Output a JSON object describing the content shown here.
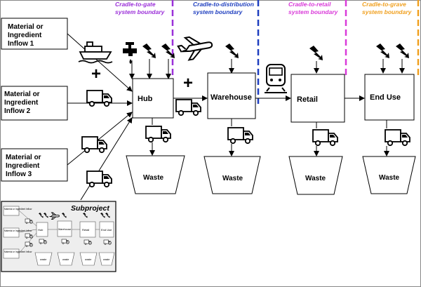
{
  "boundaries": [
    {
      "label_line1": "Cradle-to-gate",
      "label_line2": "system boundary",
      "color": "#9b30d9"
    },
    {
      "label_line1": "Cradle-to-distribution",
      "label_line2": "system boundary",
      "color": "#1f3fbf"
    },
    {
      "label_line1": "Cradle-to-retail",
      "label_line2": "system boundary",
      "color": "#d93ad9"
    },
    {
      "label_line1": "Cradle-to-grave",
      "label_line2": "system boundary",
      "color": "#f0a020"
    }
  ],
  "inflows": [
    {
      "line1": "Material or",
      "line2": "Ingredient",
      "line3": "Inflow 1"
    },
    {
      "line1": "Material or",
      "line2": "Ingredient",
      "line3": "Inflow 2"
    },
    {
      "line1": "Material or",
      "line2": "Ingredient",
      "line3": "Inflow 3"
    }
  ],
  "nodes": {
    "hub": "Hub",
    "warehouse": "Warehouse",
    "retail": "Retail",
    "end_use": "End Use"
  },
  "waste_label": "Waste",
  "plus_sign": "+",
  "subproject": {
    "title": "Subproject",
    "mini_inflow": "Material or Ingredient Inflow",
    "mini_hub": "Hub",
    "mini_warehouse": "Warehouse",
    "mini_retail": "Retail",
    "mini_end_use": "End Use",
    "mini_waste": "waste"
  }
}
